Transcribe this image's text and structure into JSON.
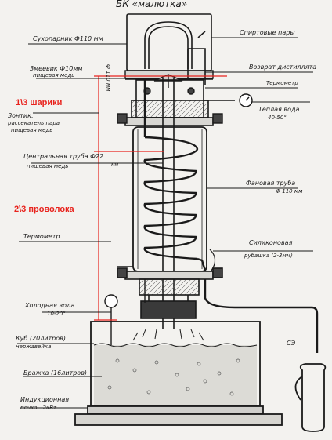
{
  "title": "БК «малютка»",
  "colors": {
    "ink": "#1a1a1a",
    "accent": "#e8231d",
    "paper": "#f3f2ef"
  },
  "labels": {
    "stopper": "Сухопарник Ф110 мм",
    "coil_1": "Змеевик Ф10мм",
    "coil_2": "пищевая медь",
    "umbrella_1": "Зонтик,",
    "umbrella_2": "рассекатель пара",
    "umbrella_3": "пищевая медь",
    "central_1": "Центральная труба Ф22",
    "central_mm": "мм",
    "central_2": "пищевая медь",
    "thermo_left": "Термометр",
    "cold_1": "Холодная вода",
    "cold_2": "10-20°",
    "cube_1": "Куб (20литров)",
    "cube_2": "нержавейка",
    "braga": "Бражка (16литров)",
    "stove_1": "Индукционная",
    "stove_2": "печка - 2кВт",
    "vapors": "Спиртовые пары",
    "return": "Возврат дистиллята",
    "thermo_right": "Термометр",
    "warm_1": "Теплая вода",
    "warm_2": "40-50°",
    "fan_1": "Фановая труба",
    "fan_2": "Ф 110 мм",
    "jacket_1": "Силиконовая",
    "jacket_2": "рубашка (2-3мм)",
    "se": "СЭ",
    "dim_label": "Ф 110 мм"
  },
  "annotations": {
    "balls": "1\\3 шарики",
    "wire": "2\\3 проволока"
  }
}
